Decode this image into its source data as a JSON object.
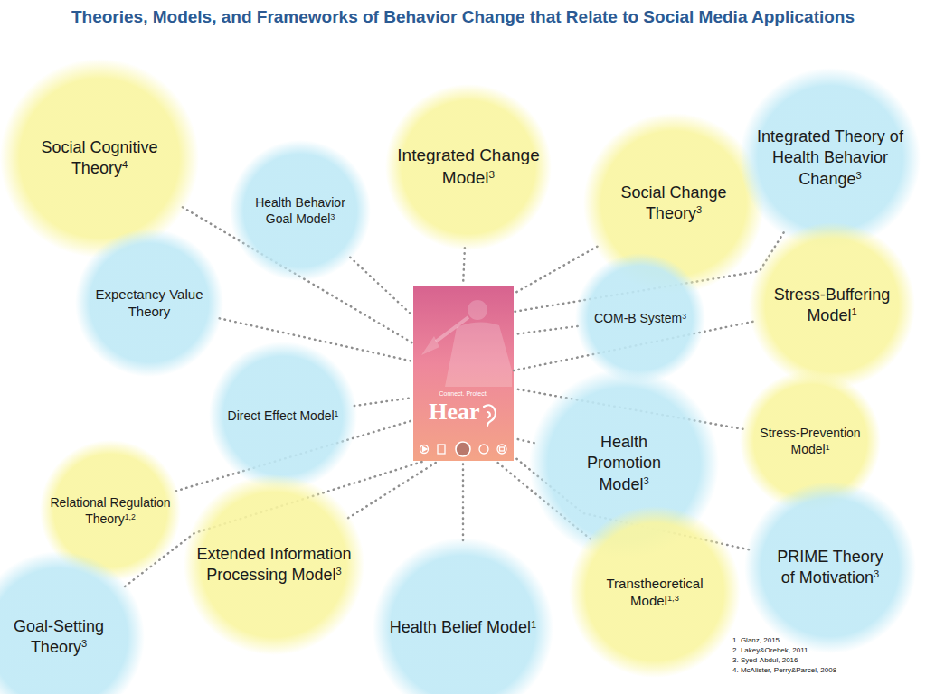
{
  "diagram": {
    "title": "Theories, Models, and Frameworks of Behavior Change that Relate to Social Media Applications",
    "nodes": [
      {
        "text": [
          "Social Cognitive Theory",
          "4"
        ]
      },
      {
        "text": [
          "Health Behavior Goal Model",
          "3"
        ]
      },
      {
        "text": [
          "Integrated Change Model",
          "3"
        ]
      },
      {
        "text": [
          "Social Change Theory",
          "3"
        ]
      },
      {
        "text": [
          "Integrated Theory of Health Behavior Change",
          "3"
        ]
      },
      {
        "text": [
          "Expectancy Value Theory"
        ]
      },
      {
        "text": [
          "Connect. Protect.",
          "Hear"
        ]
      },
      {
        "text": [
          "COM-B System",
          "3"
        ]
      },
      {
        "text": [
          "Stress-Buffering Model",
          "1"
        ]
      },
      {
        "text": [
          "Direct Effect Model",
          "1"
        ]
      },
      {
        "text": [
          "Health Promotion Model",
          "3"
        ]
      },
      {
        "text": [
          "Stress-Prevention Model",
          "1"
        ]
      },
      {
        "text": [
          "Relational Regulation Theory",
          "1,2"
        ]
      },
      {
        "text": [
          "Extended Information Processing Model",
          "3"
        ]
      },
      {
        "text": [
          "PRIME Theory of Motivation",
          "3"
        ]
      },
      {
        "text": [
          "Transtheoretical Model",
          "1,3"
        ]
      },
      {
        "text": [
          "Goal-Setting Theory",
          "3"
        ]
      },
      {
        "text": [
          "Health Belief Model",
          "1"
        ]
      }
    ],
    "edges": [
      {
        "from": 0,
        "to": 6,
        "arrow": "none"
      },
      {
        "from": 1,
        "to": 6,
        "arrow": "none"
      },
      {
        "from": 2,
        "to": 6,
        "arrow": "none"
      },
      {
        "from": 3,
        "to": 6,
        "arrow": "none"
      },
      {
        "from": 4,
        "to": 6,
        "arrow": "none"
      },
      {
        "from": 5,
        "to": 6,
        "arrow": "none"
      },
      {
        "from": 7,
        "to": 6,
        "arrow": "none"
      },
      {
        "from": 8,
        "to": 6,
        "arrow": "none"
      },
      {
        "from": 9,
        "to": 6,
        "arrow": "none"
      },
      {
        "from": 10,
        "to": 6,
        "arrow": "none"
      },
      {
        "from": 11,
        "to": 6,
        "arrow": "none"
      },
      {
        "from": 12,
        "to": 6,
        "arrow": "none"
      },
      {
        "from": 13,
        "to": 6,
        "arrow": "none"
      },
      {
        "from": 14,
        "to": 6,
        "arrow": "none"
      },
      {
        "from": 15,
        "to": 6,
        "arrow": "none"
      },
      {
        "from": 16,
        "to": 6,
        "arrow": "none"
      },
      {
        "from": 17,
        "to": 6,
        "arrow": "none"
      }
    ],
    "labels": [
      "1. Glanz, 2015",
      "2. Lakey&Orehek, 2011",
      "3. Syed-Abdul, 2016",
      "4. McAlister, Perry&Parcel, 2008"
    ]
  }
}
